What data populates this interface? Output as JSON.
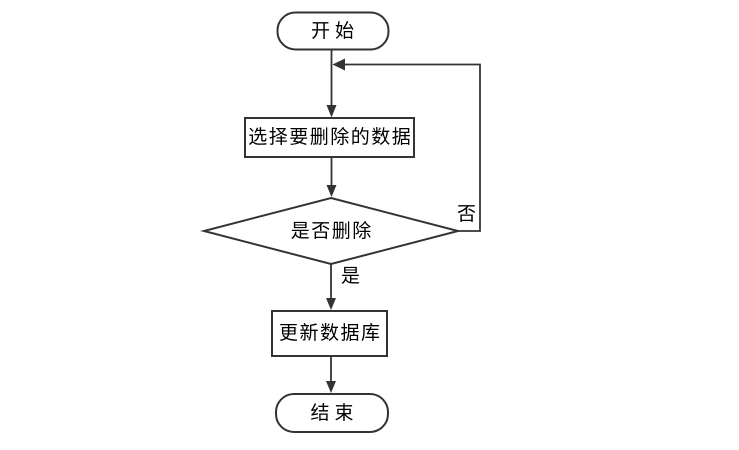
{
  "diagram": {
    "type": "flowchart",
    "background_color": "#ffffff",
    "line_color": "#333333",
    "shape_fill_color": "#ffffff",
    "text_color": "#000000",
    "nodes": [
      {
        "id": "start",
        "shape": "terminator",
        "label": "开始"
      },
      {
        "id": "select-data",
        "shape": "process",
        "label": "选择要删除的数据"
      },
      {
        "id": "delete-decision",
        "shape": "decision",
        "label": "是否删除"
      },
      {
        "id": "update-database",
        "shape": "process",
        "label": "更新数据库"
      },
      {
        "id": "end",
        "shape": "terminator",
        "label": "结束"
      }
    ],
    "edges": [
      {
        "from": "start",
        "to": "select-data",
        "label": ""
      },
      {
        "from": "select-data",
        "to": "delete-decision",
        "label": ""
      },
      {
        "from": "delete-decision",
        "to": "update-database",
        "label": "是"
      },
      {
        "from": "delete-decision",
        "to": "select-data",
        "label": "否"
      },
      {
        "from": "update-database",
        "to": "end",
        "label": ""
      }
    ]
  }
}
